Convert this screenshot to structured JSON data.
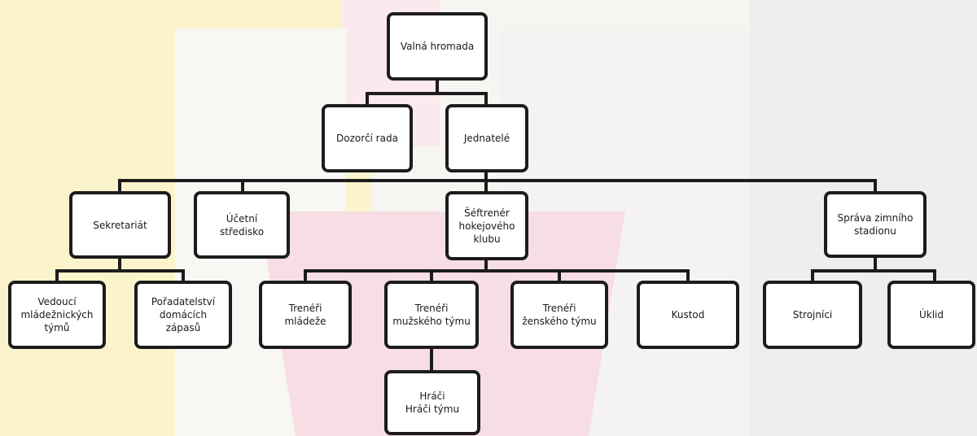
{
  "org_chart": {
    "nodes": {
      "valna_hromada": "Valná hromada",
      "dozorci_rada": "Dozorčí rada",
      "jednatele": "Jednatelé",
      "sekretariat": "Sekretariát",
      "ucetni_stredisko": "Účetní\nstředisko",
      "seftrener": "Šéftrenér\nhokejového\nklubu",
      "sprava_stadionu": "Správa zimního\nstadionu",
      "vedouci_mladeznickych": "Vedoucí\nmládežnických\ntýmů",
      "poradatelstvi": "Pořadatelství\ndomácích\nzápasů",
      "treneri_mladeze": "Trenéři\nmládeže",
      "treneri_muzskeho": "Trenéři\nmužského týmu",
      "treneri_zenskeho": "Trenéři\nženského týmu",
      "kustod": "Kustod",
      "strojnici": "Strojníci",
      "uklid": "Úklid",
      "hraci": "Hráči\nHráči   týmu"
    }
  }
}
